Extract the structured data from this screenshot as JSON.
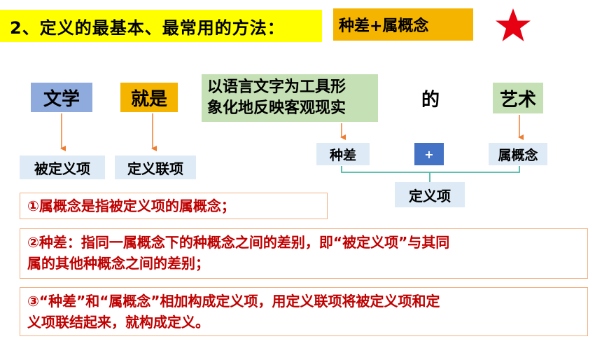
{
  "header": {
    "title": "2、定义的最基本、最常用的方法：",
    "method": "种差+属概念"
  },
  "top_words": {
    "wenxue": "文学",
    "jiushi": "就是",
    "phrase_line1": "以语言文字为工具形",
    "phrase_line2": "象化地反映客观现实",
    "de": "的",
    "yishu": "艺术"
  },
  "labels": {
    "beidingyixiang": "被定义项",
    "dingyilianxiang": "定义联项",
    "zhongcha": "种差",
    "plus": "+",
    "shugainian": "属概念",
    "dingyixiang": "定义项"
  },
  "notes": {
    "note1": "①属概念是指被定义项的属概念；",
    "note2_line1": "②种差：指同一属概念下的种概念之间的差别，即“被定义项”与其同",
    "note2_line2": "属的其他种概念之间的差别；",
    "note3_line1": "③“种差”和“属概念”相加构成定义项，用定义联项将被定义项和定",
    "note3_line2": "义项联结起来，就构成定义。"
  },
  "colors": {
    "title_bg": "#ffff00",
    "method_bg": "#f4b400",
    "star": "#e60012",
    "arrow": "#ed7d31",
    "bracket": "#4cb8a8",
    "note_text": "#c00000",
    "note_border": "#f4b183"
  },
  "icons": {
    "star": "star-icon"
  }
}
